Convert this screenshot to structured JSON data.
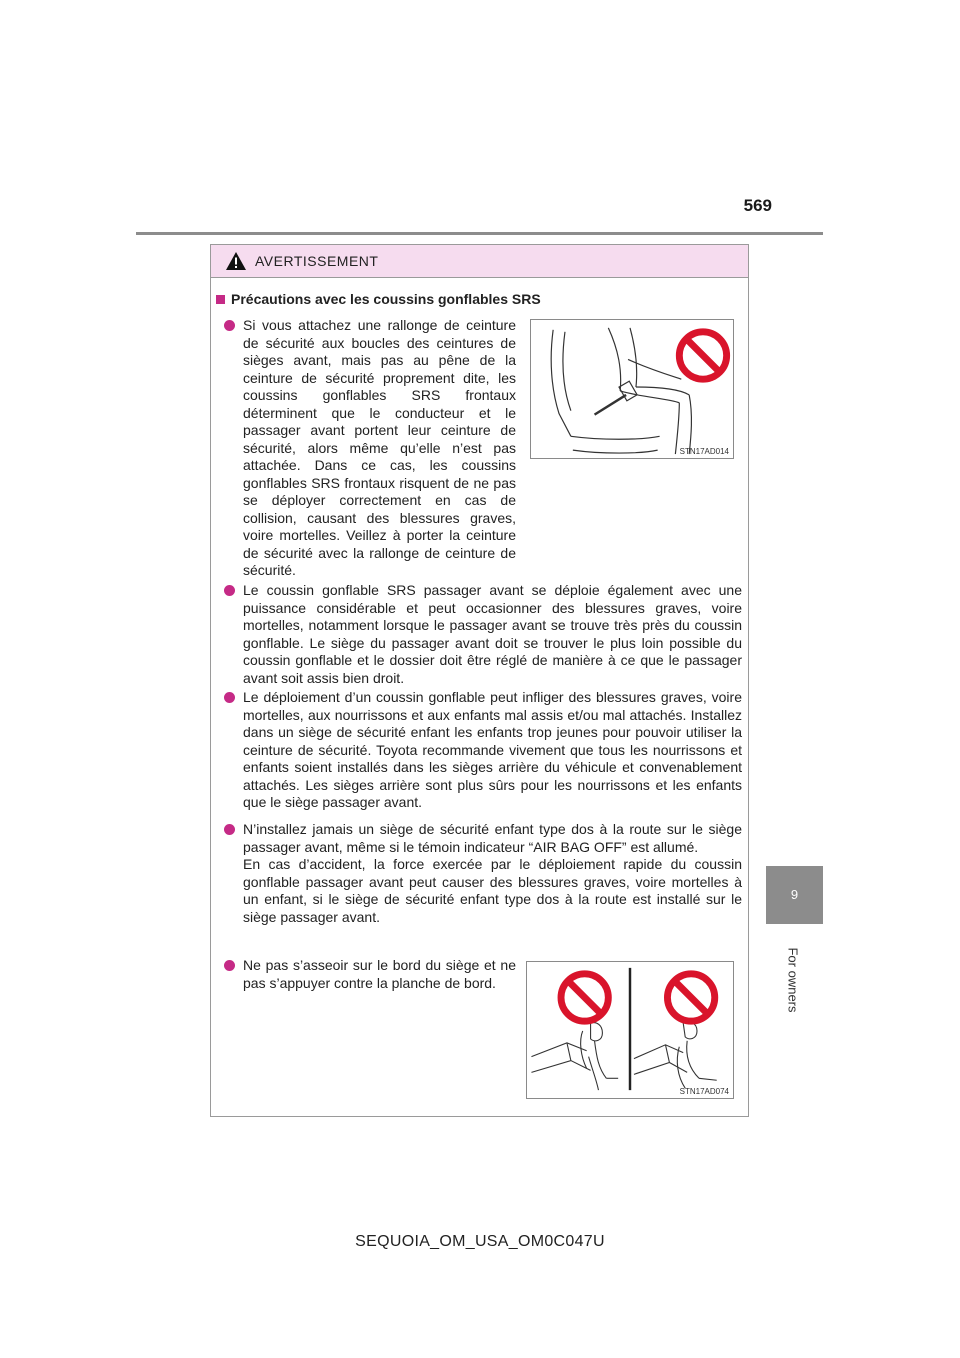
{
  "page": {
    "number": "569",
    "chapter_number": "9",
    "chapter_label": "For owners",
    "footer": "SEQUOIA_OM_USA_OM0C047U"
  },
  "warning": {
    "title": "AVERTISSEMENT",
    "section_title": "Précautions avec les coussins gonflables SRS",
    "items": [
      "Si vous attachez une rallonge de ceinture de sécurité aux boucles des ceintures de sièges avant, mais pas au pêne de la ceinture de sécurité proprement dite, les coussins gonflables SRS frontaux déterminent que le conducteur et le passager avant portent leur ceinture de sécurité, alors même qu’elle n’est pas attachée. Dans ce cas, les coussins gonflables SRS frontaux risquent de ne pas se déployer correctement en cas de collision, causant des blessures graves, voire mortelles. Veillez à porter la ceinture de sécurité avec la rallonge de ceinture de sécurité.",
      "Le coussin gonflable SRS passager avant se déploie également avec une puissance considérable et peut occasionner des blessures graves, voire mortelles, notamment lorsque le passager avant se trouve très près du coussin gonflable. Le siège du passager avant doit se trouver le plus loin possible du coussin gonflable et le dossier doit être réglé de manière à ce que le passager avant soit assis bien droit.",
      "Le déploiement d’un coussin gonflable peut infliger des blessures graves, voire mortelles, aux nourrissons et aux enfants mal assis et/ou mal attachés. Installez dans un siège de sécurité enfant les enfants trop jeunes pour pouvoir utiliser la ceinture de sécurité. Toyota recommande vivement que tous les nourrissons et enfants soient installés dans les sièges arrière du véhicule et convenablement attachés. Les sièges arrière sont plus sûrs pour les nourrissons et les enfants que le siège passager avant."
    ],
    "item4_line1": "N’installez jamais un siège de sécurité enfant type dos à la route sur le siège passager avant, même si le témoin indicateur “AIR BAG OFF” est allumé.",
    "item4_line2": "En cas d’accident, la force exercée par le déploiement rapide du coussin gonflable passager avant peut causer des blessures graves, voire mortelles à un enfant, si le siège de sécurité enfant type dos à la route est installé sur le siège passager avant.",
    "item5": "Ne pas s’asseoir sur le bord du siège et ne pas s’appuyer contre la planche de bord.",
    "figure1_code": "STN17AD014",
    "figure2_code": "STN17AD074"
  },
  "colors": {
    "accent": "#c52a86",
    "header_fill": "#f6dcef",
    "prohibition_red": "#d9142b",
    "rule_gray": "#8c8c8c"
  },
  "icons": [
    "warning-triangle-icon",
    "prohibition-icon"
  ]
}
